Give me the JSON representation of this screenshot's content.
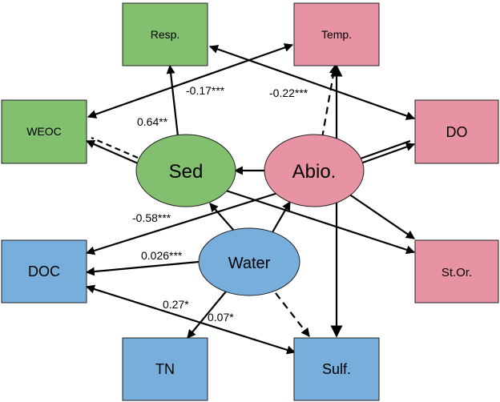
{
  "colors": {
    "green": "#82bf6f",
    "pink": "#e893a3",
    "blue": "#78aedc",
    "stroke": "#202020"
  },
  "boxes": {
    "resp": "Resp.",
    "temp": "Temp.",
    "weoc": "WEOC",
    "do": "DO",
    "doc": "DOC",
    "stor": "St.Or.",
    "tn": "TN",
    "sulf": "Sulf."
  },
  "latent": {
    "sed": "Sed",
    "abio": "Abio.",
    "water": "Water"
  },
  "coefficients": {
    "sed_resp": "0.64**",
    "resp_weoc": "-0.17***",
    "abio_temp": "-0.22***",
    "sed_doc": "-0.58***",
    "water_doc": "0.026***",
    "water_tn": "0.27*",
    "doc_sulf": "0.07*"
  }
}
